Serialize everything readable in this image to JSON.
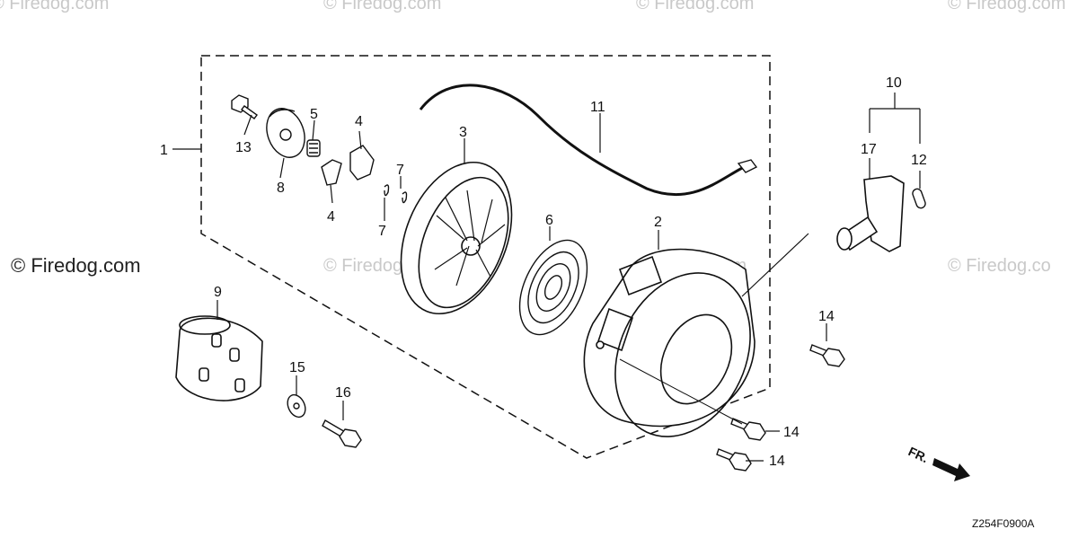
{
  "watermarks": {
    "top": [
      "© Firedog.com",
      "© Firedog.com",
      "© Firedog.com",
      "© Firedog.com"
    ],
    "side_left": "© Firedog.com",
    "side_right": "© Firedog.co",
    "center": "© Firedog.com",
    "center2": "Firedog.com"
  },
  "direction_marker": "FR.",
  "diagram_code": "Z254F0900A",
  "callouts": {
    "c1": "1",
    "c2": "2",
    "c3": "3",
    "c4a": "4",
    "c4b": "4",
    "c5": "5",
    "c6": "6",
    "c7a": "7",
    "c7b": "7",
    "c8": "8",
    "c9": "9",
    "c10": "10",
    "c11": "11",
    "c12": "12",
    "c13": "13",
    "c14a": "14",
    "c14b": "14",
    "c14c": "14",
    "c15": "15",
    "c16": "16",
    "c17": "17"
  }
}
